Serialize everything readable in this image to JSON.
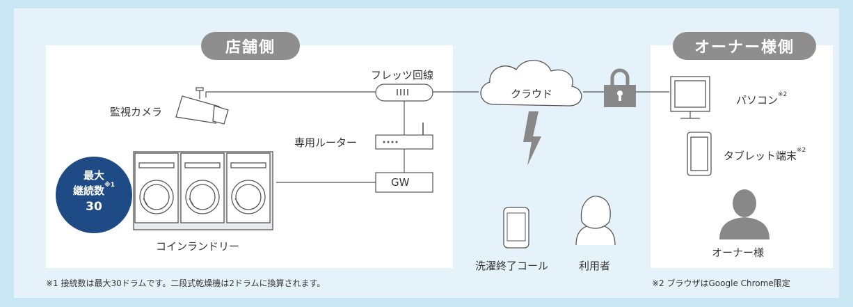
{
  "store_side": {
    "title": "店舗側",
    "camera_label": "監視カメラ",
    "flets_label": "フレッツ回線",
    "router_label": "専用ルーター",
    "gw_label": "GW",
    "laundry_label": "コインランドリー",
    "badge": {
      "line1": "最大",
      "line2": "継続数",
      "line2_sup": "※1",
      "line3": "30"
    }
  },
  "cloud_label": "クラウド",
  "middle": {
    "phone_label": "洗濯終了コール",
    "user_label": "利用者"
  },
  "owner_side": {
    "title": "オーナー様側",
    "pc_label": "パソコン",
    "pc_sup": "※2",
    "tablet_label": "タブレット端末",
    "tablet_sup": "※2",
    "owner_label": "オーナー様"
  },
  "notes": {
    "note1": "※1 接続数は最大30ドラムです。二段式乾燥機は2ドラムに換算されます。",
    "note2": "※2 ブラウザはGoogle Chrome限定"
  },
  "colors": {
    "badge": "#1e4a85",
    "pill": "#8e8e8e",
    "background": "#c9e6f3",
    "inner": "#e5f2f9"
  }
}
